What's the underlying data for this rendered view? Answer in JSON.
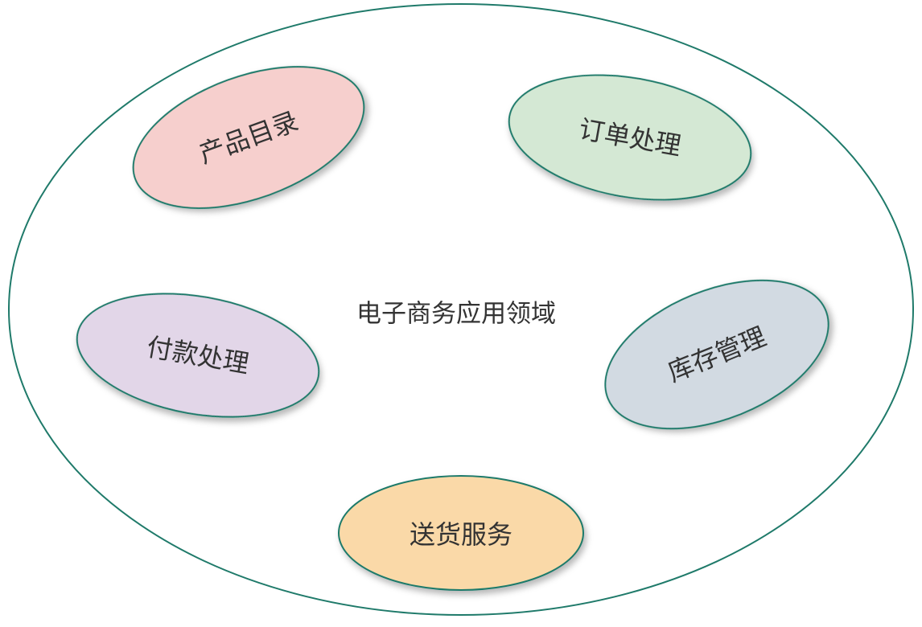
{
  "domain": {
    "label": "电子商务应用领域"
  },
  "subdomains": [
    {
      "id": "product-catalog",
      "label": "产品目录",
      "fill": "#F6CFCD"
    },
    {
      "id": "order-processing",
      "label": "订单处理",
      "fill": "#D4E8D4"
    },
    {
      "id": "payment-processing",
      "label": "付款处理",
      "fill": "#E2D6E8"
    },
    {
      "id": "inventory-management",
      "label": "库存管理",
      "fill": "#D2DAE2"
    },
    {
      "id": "delivery-service",
      "label": "送货服务",
      "fill": "#FAD9A8"
    }
  ],
  "colors": {
    "stroke": "#1F7A6A",
    "text": "#333333",
    "background": "#FFFFFF"
  }
}
